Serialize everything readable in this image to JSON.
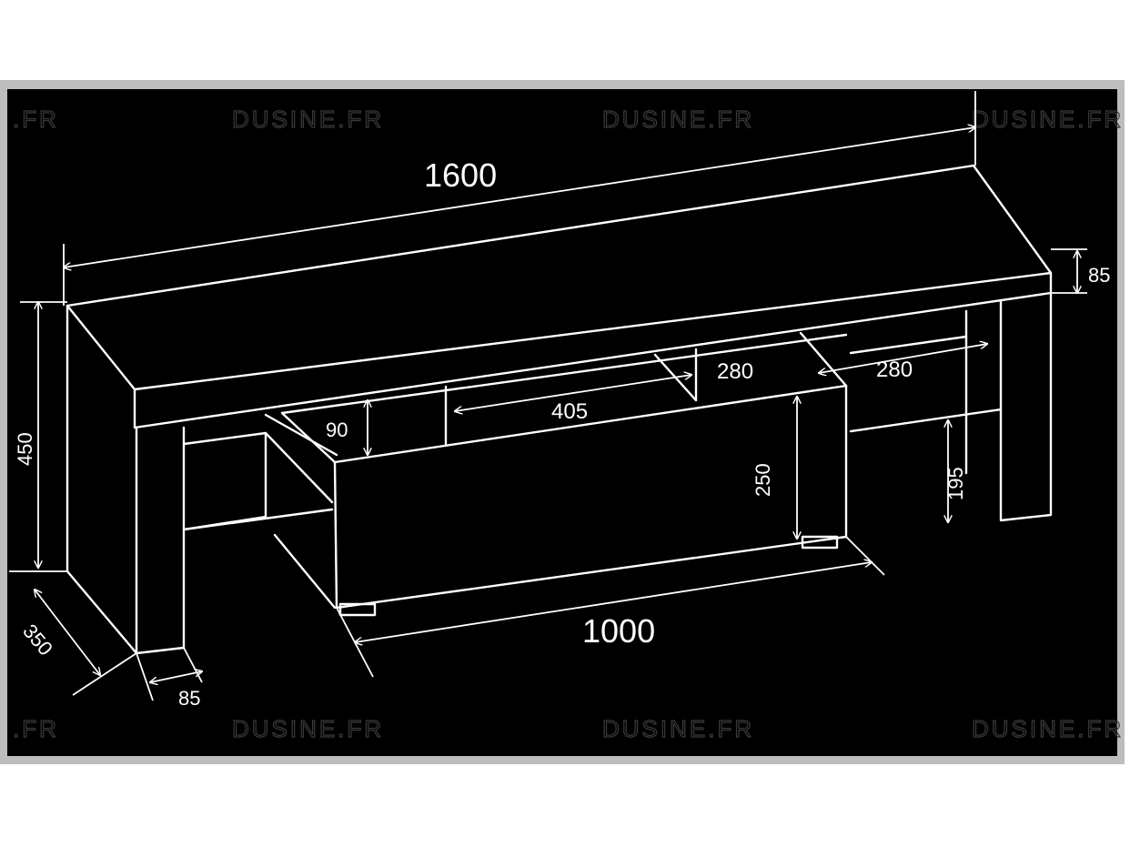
{
  "watermark": "DUSINE.FR",
  "colors": {
    "background": "#000000",
    "lines": "#ffffff",
    "frame": "#bdbdbd",
    "watermark": "#3a3a3a"
  },
  "dimensions": {
    "total_width": "1600",
    "total_height": "450",
    "depth": "350",
    "top_thickness": "85",
    "leg_thickness": "85",
    "drawer_width": "1000",
    "drawer_height": "250",
    "niche_height": "90",
    "niche_width": "405",
    "shelf_width_left": "280",
    "shelf_width_right": "280",
    "right_niche_height": "195"
  }
}
